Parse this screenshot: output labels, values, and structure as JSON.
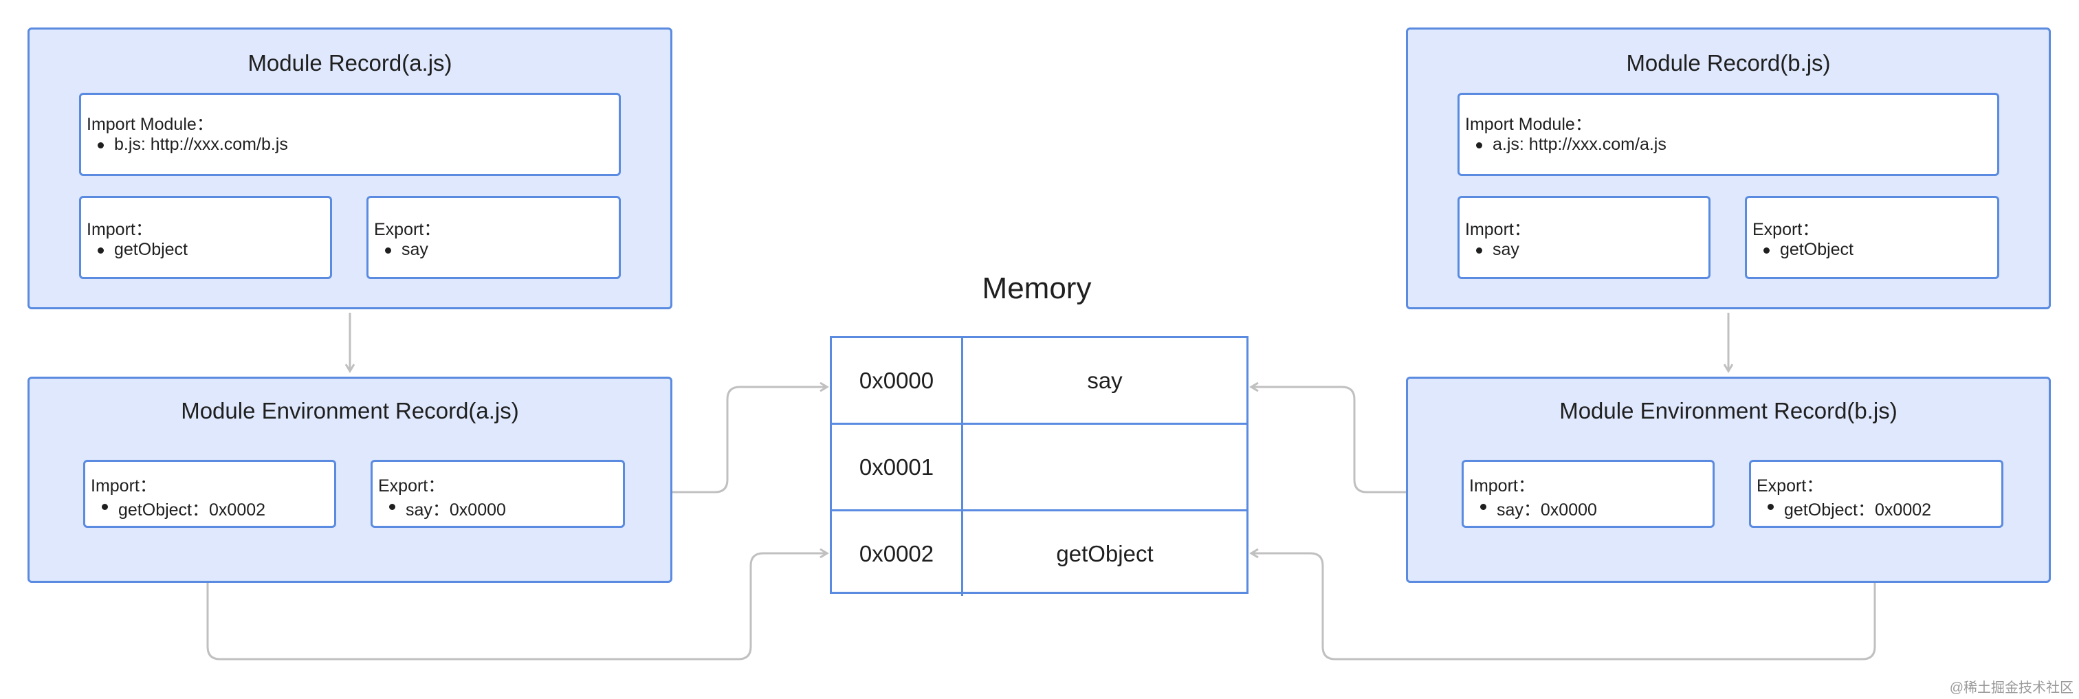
{
  "module_a": {
    "title": "Module Record(a.js)",
    "import_module": {
      "label": "Import Module：",
      "items": [
        "b.js: http://xxx.com/b.js"
      ]
    },
    "import": {
      "label": "Import：",
      "items": [
        "getObject"
      ]
    },
    "export": {
      "label": "Export：",
      "items": [
        "say"
      ]
    }
  },
  "module_b": {
    "title": "Module Record(b.js)",
    "import_module": {
      "label": "Import Module：",
      "items": [
        "a.js: http://xxx.com/a.js"
      ]
    },
    "import": {
      "label": "Import：",
      "items": [
        "say"
      ]
    },
    "export": {
      "label": "Export：",
      "items": [
        "getObject"
      ]
    }
  },
  "env_a": {
    "title": "Module Environment Record(a.js)",
    "import": {
      "label": "Import：",
      "items": [
        "getObject：0x0002"
      ]
    },
    "export": {
      "label": "Export：",
      "items": [
        "say：0x0000"
      ]
    }
  },
  "env_b": {
    "title": "Module Environment Record(b.js)",
    "import": {
      "label": "Import：",
      "items": [
        "say：0x0000"
      ]
    },
    "export": {
      "label": "Export：",
      "items": [
        "getObject：0x0002"
      ]
    }
  },
  "memory": {
    "title": "Memory",
    "rows": [
      {
        "address": "0x0000",
        "value": "say"
      },
      {
        "address": "0x0001",
        "value": ""
      },
      {
        "address": "0x0002",
        "value": "getObject"
      }
    ]
  },
  "watermark": "@稀土掘金技术社区",
  "colors": {
    "box_fill": "#dfe8fc",
    "box_border": "#5a8be0",
    "connector": "#c0c0c0"
  }
}
